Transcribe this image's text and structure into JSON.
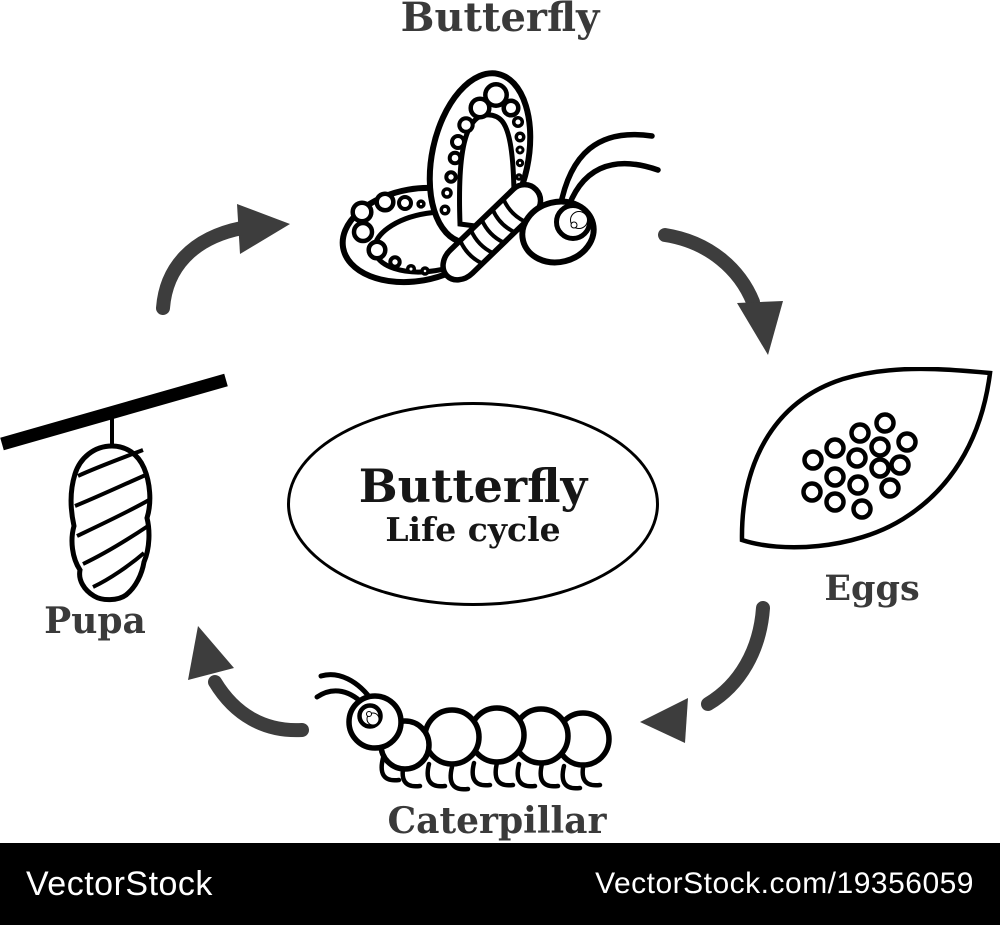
{
  "diagram": {
    "center": {
      "title": "Butterfly",
      "subtitle": "Life cycle"
    },
    "stages": [
      {
        "id": "butterfly",
        "label": "Butterfly",
        "position": "top"
      },
      {
        "id": "eggs",
        "label": "Eggs",
        "position": "right"
      },
      {
        "id": "caterpillar",
        "label": "Caterpillar",
        "position": "bottom"
      },
      {
        "id": "pupa",
        "label": "Pupa",
        "position": "left"
      }
    ],
    "cycle_order": [
      "Butterfly",
      "Eggs",
      "Caterpillar",
      "Pupa"
    ]
  },
  "illustrations": {
    "butterfly": "butterfly-line-art-icon",
    "eggs": "leaf-with-eggs-line-art-icon",
    "caterpillar": "caterpillar-line-art-icon",
    "pupa": "hanging-chrysalis-line-art-icon",
    "arrows": "curved-cycle-arrow-icon"
  },
  "watermark": {
    "brand": "VectorStock",
    "site_ref": "VectorStock.com/19356059"
  },
  "colors": {
    "background": "#ffffff",
    "line_art": "#000000",
    "arrow": "#3d3d3d",
    "label_text": "#3a3a3a",
    "footer_bg": "#000000",
    "footer_text": "#ffffff"
  }
}
